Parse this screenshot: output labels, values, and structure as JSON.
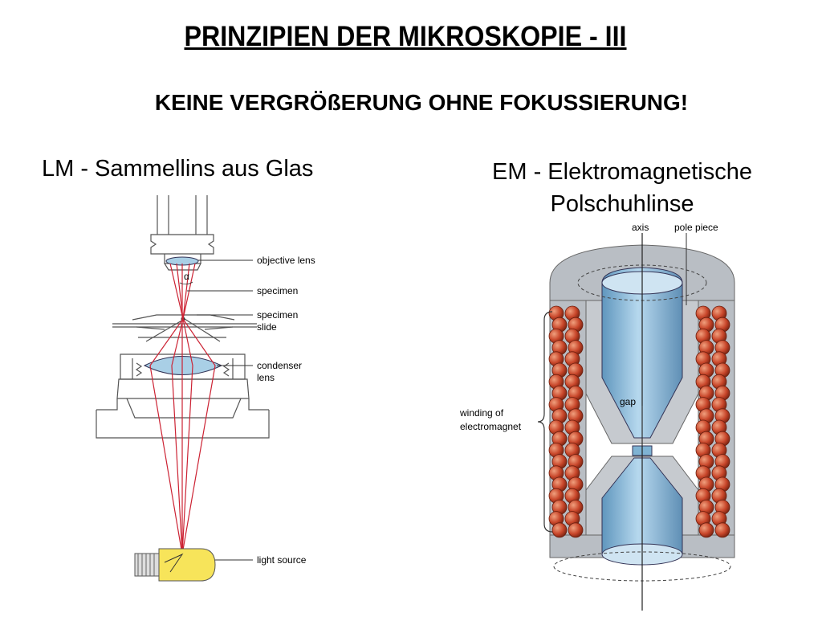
{
  "slide": {
    "title": "PRINZIPIEN DER MIKROSKOPIE - III",
    "subtitle": "KEINE VERGRÖßERUNG OHNE FOKUSSIERUNG!"
  },
  "lm": {
    "heading": "LM - Sammellins aus Glas",
    "alpha": "α",
    "labels": {
      "objective_lens": "objective lens",
      "specimen": "specimen",
      "specimen_slide_1": "specimen",
      "specimen_slide_2": "slide",
      "condenser_1": "condenser",
      "condenser_2": "lens",
      "light_source": "light source"
    }
  },
  "em": {
    "heading_line1": "EM - Elektromagnetische",
    "heading_line2": "Polschuhlinse",
    "labels": {
      "axis": "axis",
      "pole_piece": "pole piece",
      "gap": "gap",
      "winding_1": "winding of",
      "winding_2": "electromagnet"
    }
  },
  "colors": {
    "ray": "#cc2233",
    "lens_blue": "#a9cfe6",
    "bulb_yellow": "#f7e45a",
    "coil_red": "#c8462a",
    "metal_gray": "#b9bec4",
    "bore_blue": "#7fb3d3"
  }
}
